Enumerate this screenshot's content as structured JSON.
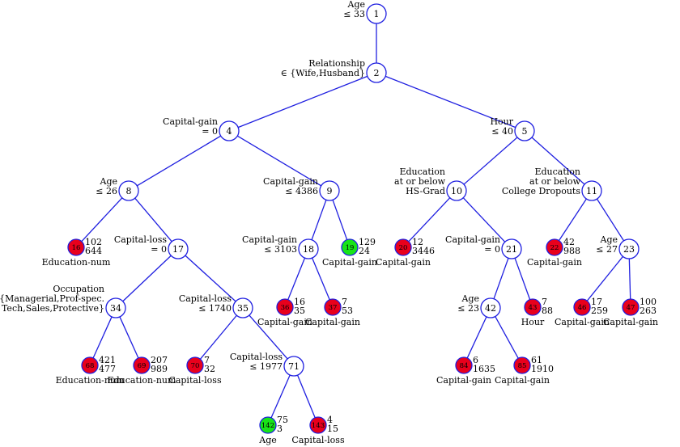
{
  "colors": {
    "edge": "#1f1fe0",
    "internal_fill": "#ffffff",
    "leaf_red": "#e8001c",
    "leaf_green": "#18e418"
  },
  "internal_nodes": [
    {
      "id": "1",
      "lines": [
        "Age",
        "≤ 33"
      ]
    },
    {
      "id": "2",
      "lines": [
        "Relationship",
        "∈ {Wife,Husband}"
      ]
    },
    {
      "id": "4",
      "lines": [
        "Capital-gain",
        "= 0"
      ]
    },
    {
      "id": "5",
      "lines": [
        "Hour",
        "≤ 40"
      ]
    },
    {
      "id": "8",
      "lines": [
        "Age",
        "≤ 26"
      ]
    },
    {
      "id": "9",
      "lines": [
        "Capital-gain",
        "≤ 4386"
      ]
    },
    {
      "id": "10",
      "lines": [
        "Education",
        "at or below",
        "HS-Grad"
      ]
    },
    {
      "id": "11",
      "lines": [
        "Education",
        "at or below",
        "College Dropouts"
      ]
    },
    {
      "id": "17",
      "lines": [
        "Capital-loss",
        "= 0"
      ]
    },
    {
      "id": "18",
      "lines": [
        "Capital-gain",
        "≤ 3103"
      ]
    },
    {
      "id": "21",
      "lines": [
        "Capital-gain",
        "= 0"
      ]
    },
    {
      "id": "23",
      "lines": [
        "Age",
        "≤ 27"
      ]
    },
    {
      "id": "34",
      "lines": [
        "Occupation",
        "∈ {Managerial,Prof-spec.",
        "Tech,Sales,Protective}"
      ]
    },
    {
      "id": "35",
      "lines": [
        "Capital-loss",
        "≤ 1740"
      ]
    },
    {
      "id": "42",
      "lines": [
        "Age",
        "≤ 23"
      ]
    },
    {
      "id": "71",
      "lines": [
        "Capital-loss",
        "≤ 1977"
      ]
    }
  ],
  "leaf_nodes": [
    {
      "id": "16",
      "color": "red",
      "counts": [
        "102",
        "644"
      ],
      "label": "Education-num"
    },
    {
      "id": "19",
      "color": "green",
      "counts": [
        "129",
        "24"
      ],
      "label": "Capital-gain"
    },
    {
      "id": "20",
      "color": "red",
      "counts": [
        "12",
        "3446"
      ],
      "label": "Capital-gain"
    },
    {
      "id": "22",
      "color": "red",
      "counts": [
        "42",
        "988"
      ],
      "label": "Capital-gain"
    },
    {
      "id": "36",
      "color": "red",
      "counts": [
        "16",
        "35"
      ],
      "label": "Capital-gain"
    },
    {
      "id": "37",
      "color": "red",
      "counts": [
        "7",
        "53"
      ],
      "label": "Capital-gain"
    },
    {
      "id": "43",
      "color": "red",
      "counts": [
        "7",
        "88"
      ],
      "label": "Hour"
    },
    {
      "id": "46",
      "color": "red",
      "counts": [
        "17",
        "259"
      ],
      "label": "Capital-gain"
    },
    {
      "id": "47",
      "color": "red",
      "counts": [
        "100",
        "263"
      ],
      "label": "Capital-gain"
    },
    {
      "id": "68",
      "color": "red",
      "counts": [
        "421",
        "477"
      ],
      "label": "Education-num"
    },
    {
      "id": "69",
      "color": "red",
      "counts": [
        "207",
        "989"
      ],
      "label": "Education-num"
    },
    {
      "id": "70",
      "color": "red",
      "counts": [
        "7",
        "32"
      ],
      "label": "Capital-loss"
    },
    {
      "id": "84",
      "color": "red",
      "counts": [
        "6",
        "1635"
      ],
      "label": "Capital-gain"
    },
    {
      "id": "85",
      "color": "red",
      "counts": [
        "61",
        "1910"
      ],
      "label": "Capital-gain"
    },
    {
      "id": "142",
      "color": "green",
      "counts": [
        "75",
        "3"
      ],
      "label": "Age"
    },
    {
      "id": "143",
      "color": "red",
      "counts": [
        "4",
        "15"
      ],
      "label": "Capital-loss"
    }
  ],
  "edges": [
    [
      "1",
      "2"
    ],
    [
      "2",
      "4"
    ],
    [
      "2",
      "5"
    ],
    [
      "4",
      "8"
    ],
    [
      "4",
      "9"
    ],
    [
      "5",
      "10"
    ],
    [
      "5",
      "11"
    ],
    [
      "8",
      "16"
    ],
    [
      "8",
      "17"
    ],
    [
      "9",
      "18"
    ],
    [
      "9",
      "19"
    ],
    [
      "10",
      "20"
    ],
    [
      "10",
      "21"
    ],
    [
      "11",
      "22"
    ],
    [
      "11",
      "23"
    ],
    [
      "17",
      "34"
    ],
    [
      "17",
      "35"
    ],
    [
      "18",
      "36"
    ],
    [
      "18",
      "37"
    ],
    [
      "21",
      "42"
    ],
    [
      "21",
      "43"
    ],
    [
      "23",
      "46"
    ],
    [
      "23",
      "47"
    ],
    [
      "34",
      "68"
    ],
    [
      "34",
      "69"
    ],
    [
      "35",
      "70"
    ],
    [
      "35",
      "71"
    ],
    [
      "42",
      "84"
    ],
    [
      "42",
      "85"
    ],
    [
      "71",
      "142"
    ],
    [
      "71",
      "143"
    ]
  ]
}
